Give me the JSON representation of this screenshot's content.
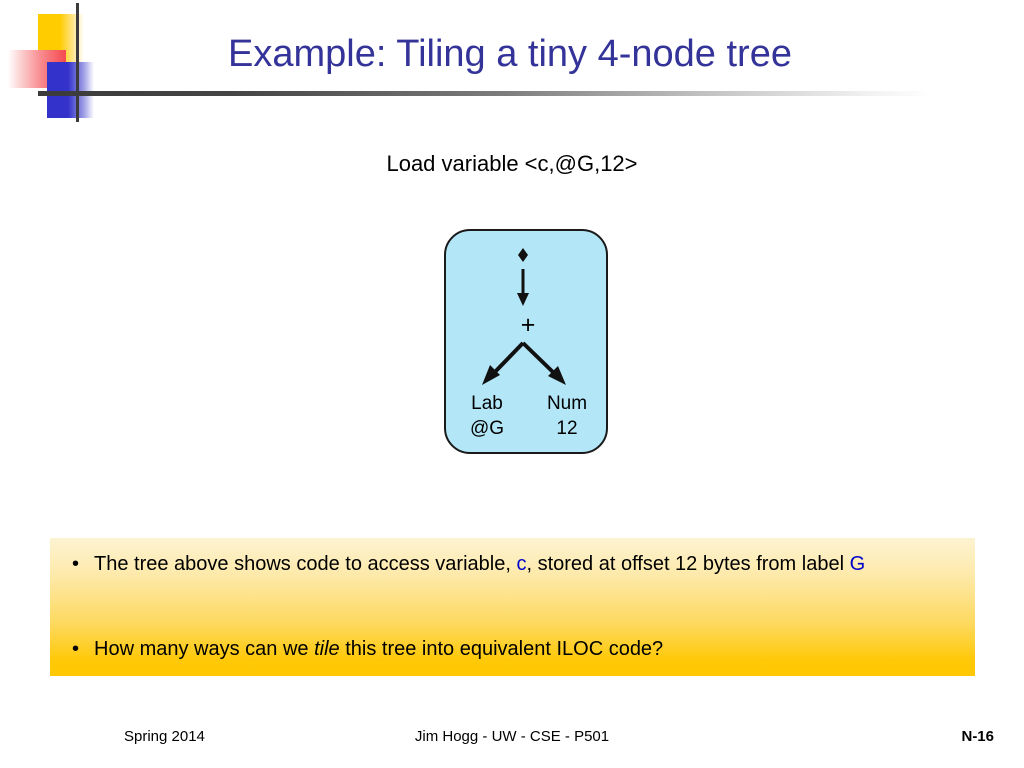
{
  "slide": {
    "title": "Example: Tiling a tiny 4-node tree",
    "caption": "Load variable <c,@G,12>"
  },
  "tree": {
    "root_icon": "diamond-marker",
    "operator": "+",
    "leaf_left": {
      "kind": "Lab",
      "value": "@G"
    },
    "leaf_right": {
      "kind": "Num",
      "value": "12"
    },
    "box_fill": "#b3e7f8",
    "box_stroke": "#1a1a1a"
  },
  "bullets": [
    {
      "marker": "•",
      "segments": [
        {
          "text": "The tree above shows code to access variable, ",
          "style": "normal"
        },
        {
          "text": "c",
          "style": "blue"
        },
        {
          "text": ", stored at offset 12 bytes from label ",
          "style": "normal"
        },
        {
          "text": "G",
          "style": "blue"
        }
      ]
    },
    {
      "marker": "•",
      "segments": [
        {
          "text": "How many ways can we ",
          "style": "normal"
        },
        {
          "text": "tile",
          "style": "italic"
        },
        {
          "text": "  this tree into equivalent ILOC code?",
          "style": "normal"
        }
      ]
    }
  ],
  "footer": {
    "left": "Spring 2014",
    "center": "Jim Hogg - UW - CSE - P501",
    "right": "N-16"
  },
  "colors": {
    "title": "#333399",
    "accent_blue": "#0000cc",
    "panel_top": "#fdf3d2",
    "panel_bottom": "#ffc800",
    "logo_yellow": "#ffcc00",
    "logo_red": "#f4494f",
    "logo_blue": "#3333cc",
    "rule": "#3b3b3b"
  }
}
